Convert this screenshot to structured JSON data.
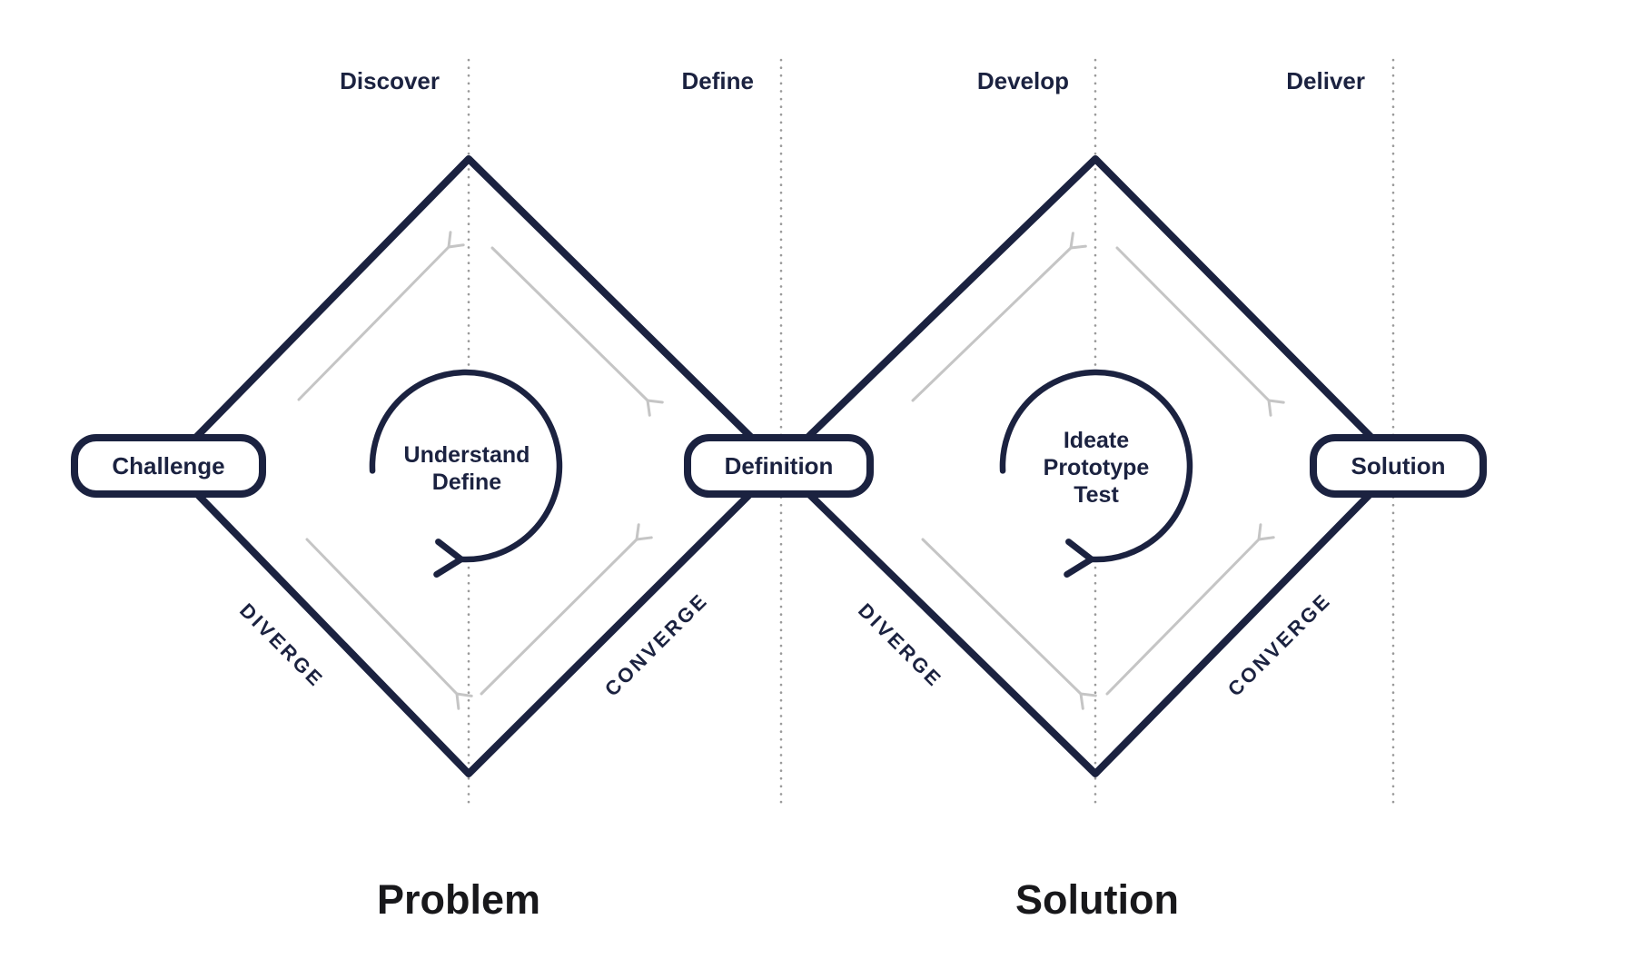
{
  "colors": {
    "navy": "#1b2240",
    "flow_arrow_gray": "#c5c5c5",
    "dotted_line_gray": "#9a9a9a",
    "heading_black": "#18181b",
    "background": "#ffffff"
  },
  "phase_labels": [
    "Discover",
    "Define",
    "Develop",
    "Deliver"
  ],
  "pills": {
    "challenge": "Challenge",
    "definition": "Definition",
    "solution": "Solution"
  },
  "loop1_lines": [
    "Understand",
    "Define"
  ],
  "loop2_lines": [
    "Ideate",
    "Prototype",
    "Test"
  ],
  "edge_labels": {
    "diverge": "DIVERGE",
    "converge": "CONVERGE"
  },
  "bottom_labels": {
    "problem": "Problem",
    "solution": "Solution"
  }
}
